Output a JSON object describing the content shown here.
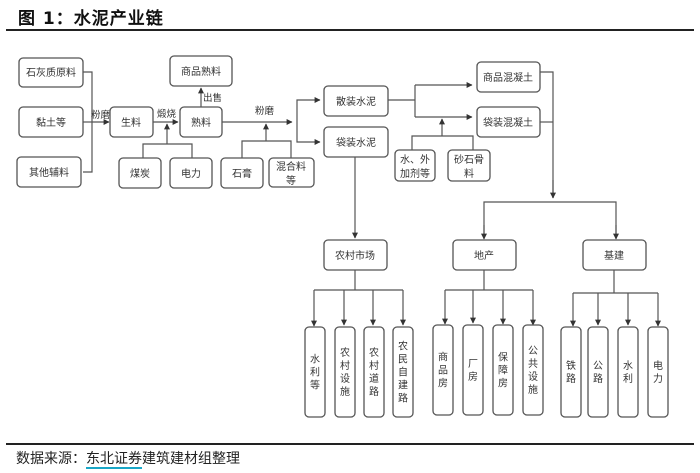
{
  "figure": {
    "title": "图 1：水泥产业链",
    "source_prefix": "数据来源：",
    "source_highlight": "东北证券",
    "source_suffix": "建筑建材组整理"
  },
  "nodes": {
    "limestone": "石灰质原料",
    "clay": "黏土等",
    "other_aux": "其他辅料",
    "raw_meal": "生料",
    "clinker": "熟料",
    "commercial_clinker": "商品熟料",
    "coal": "煤炭",
    "power": "电力",
    "gypsum": "石膏",
    "mixed_material": [
      "混合料",
      "等"
    ],
    "bulk_cement": "散装水泥",
    "bagged_cement": "袋装水泥",
    "water_admixture": [
      "水、外",
      "加剂等"
    ],
    "aggregate": [
      "砂石骨",
      "料"
    ],
    "ready_mix_concrete": "商品混凝土",
    "bagged_concrete": "袋装混凝土",
    "rural_market": "农村市场",
    "real_estate": "地产",
    "infrastructure": "基建",
    "rural_children": [
      "水利等",
      "农村设施",
      "农村道路",
      "农民自建路"
    ],
    "real_estate_children": [
      "商品房",
      "厂房",
      "保障房",
      "公共设施"
    ],
    "infra_children": [
      "铁路",
      "公路",
      "水利",
      "电力"
    ]
  },
  "edges": {
    "grinding_1": "粉磨",
    "calcination": "煅烧",
    "sale": "出售",
    "grinding_2": "粉磨"
  }
}
